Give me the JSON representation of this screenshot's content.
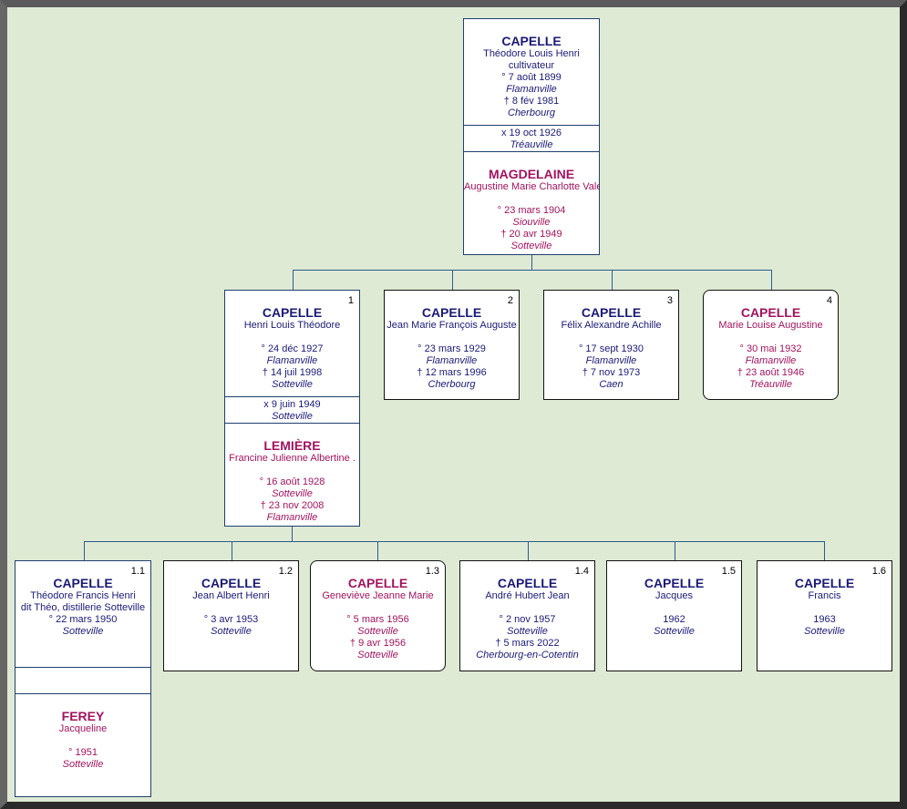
{
  "colors": {
    "male": "#1a1a78",
    "female": "#a3135e",
    "background": "#dfead5"
  },
  "root": {
    "person": {
      "sex": "m",
      "surname": "CAPELLE",
      "lines": [
        {
          "t": "Théodore Louis Henri"
        },
        {
          "t": "cultivateur"
        },
        {
          "t": "° 7 août 1899"
        },
        {
          "t": "Flamanville",
          "i": true
        },
        {
          "t": "† 8 fév 1981"
        },
        {
          "t": "Cherbourg",
          "i": true
        }
      ]
    },
    "marriage": [
      {
        "t": "x 19 oct 1926"
      },
      {
        "t": "Tréauville",
        "i": true
      }
    ],
    "spouse": {
      "sex": "f",
      "surname": "MAGDELAINE",
      "lines": [
        {
          "t": "Augustine Marie Charlotte Valentine"
        },
        {
          "t": ""
        },
        {
          "t": "° 23 mars 1904"
        },
        {
          "t": "Siouville",
          "i": true
        },
        {
          "t": "† 20 avr 1949"
        },
        {
          "t": "Sotteville",
          "i": true
        }
      ]
    }
  },
  "children": [
    {
      "num": "1",
      "person": {
        "sex": "m",
        "surname": "CAPELLE",
        "lines": [
          {
            "t": "Henri Louis Théodore"
          },
          {
            "t": ""
          },
          {
            "t": "° 24 déc 1927"
          },
          {
            "t": "Flamanville",
            "i": true
          },
          {
            "t": "† 14 juil 1998"
          },
          {
            "t": "Sotteville",
            "i": true
          }
        ]
      },
      "marriage": [
        {
          "t": "x 9 juin 1949"
        },
        {
          "t": "Sotteville",
          "i": true
        }
      ],
      "spouse": {
        "sex": "f",
        "surname": "LEMIÈRE",
        "lines": [
          {
            "t": "Francine Julienne Albertine ."
          },
          {
            "t": ""
          },
          {
            "t": "° 16 août 1928"
          },
          {
            "t": "Sotteville",
            "i": true
          },
          {
            "t": "† 23 nov 2008"
          },
          {
            "t": "Flamanville",
            "i": true
          }
        ]
      }
    },
    {
      "num": "2",
      "person": {
        "sex": "m",
        "surname": "CAPELLE",
        "lines": [
          {
            "t": "Jean Marie François Auguste"
          },
          {
            "t": ""
          },
          {
            "t": "° 23 mars 1929"
          },
          {
            "t": "Flamanville",
            "i": true
          },
          {
            "t": "† 12 mars 1996"
          },
          {
            "t": "Cherbourg",
            "i": true
          }
        ]
      }
    },
    {
      "num": "3",
      "person": {
        "sex": "m",
        "surname": "CAPELLE",
        "lines": [
          {
            "t": "Félix Alexandre Achille"
          },
          {
            "t": ""
          },
          {
            "t": "° 17 sept 1930"
          },
          {
            "t": "Flamanville",
            "i": true
          },
          {
            "t": "† 7 nov 1973"
          },
          {
            "t": "Caen",
            "i": true
          }
        ]
      }
    },
    {
      "num": "4",
      "person": {
        "sex": "f",
        "surname": "CAPELLE",
        "lines": [
          {
            "t": "Marie Louise Augustine"
          },
          {
            "t": ""
          },
          {
            "t": "° 30 mai 1932"
          },
          {
            "t": "Flamanville",
            "i": true
          },
          {
            "t": "† 23 août 1946"
          },
          {
            "t": "Tréauville",
            "i": true
          }
        ]
      }
    }
  ],
  "grandchildren": [
    {
      "num": "1.1",
      "person": {
        "sex": "m",
        "surname": "CAPELLE",
        "lines": [
          {
            "t": "Théodore Francis Henri"
          },
          {
            "t": "dit Théo, distillerie Sotteville"
          },
          {
            "t": "° 22 mars 1950"
          },
          {
            "t": "Sotteville",
            "i": true
          }
        ]
      },
      "marriage": [],
      "spouse": {
        "sex": "f",
        "surname": "FEREY",
        "lines": [
          {
            "t": "Jacqueline"
          },
          {
            "t": ""
          },
          {
            "t": "° 1951"
          },
          {
            "t": "Sotteville",
            "i": true
          }
        ]
      }
    },
    {
      "num": "1.2",
      "person": {
        "sex": "m",
        "surname": "CAPELLE",
        "lines": [
          {
            "t": "Jean Albert Henri"
          },
          {
            "t": ""
          },
          {
            "t": "° 3 avr 1953"
          },
          {
            "t": "Sotteville",
            "i": true
          }
        ]
      }
    },
    {
      "num": "1.3",
      "person": {
        "sex": "f",
        "surname": "CAPELLE",
        "lines": [
          {
            "t": "Geneviève Jeanne Marie"
          },
          {
            "t": ""
          },
          {
            "t": "° 5 mars 1956"
          },
          {
            "t": "Sotteville",
            "i": true
          },
          {
            "t": "† 9 avr 1956"
          },
          {
            "t": "Sotteville",
            "i": true
          }
        ]
      }
    },
    {
      "num": "1.4",
      "person": {
        "sex": "m",
        "surname": "CAPELLE",
        "lines": [
          {
            "t": "André Hubert Jean"
          },
          {
            "t": ""
          },
          {
            "t": "° 2 nov 1957"
          },
          {
            "t": "Sotteville",
            "i": true
          },
          {
            "t": "† 5 mars 2022"
          },
          {
            "t": "Cherbourg-en-Cotentin",
            "i": true
          }
        ]
      }
    },
    {
      "num": "1.5",
      "person": {
        "sex": "m",
        "surname": "CAPELLE",
        "lines": [
          {
            "t": "Jacques"
          },
          {
            "t": ""
          },
          {
            "t": "1962"
          },
          {
            "t": "Sotteville",
            "i": true
          }
        ]
      }
    },
    {
      "num": "1.6",
      "person": {
        "sex": "m",
        "surname": "CAPELLE",
        "lines": [
          {
            "t": "Francis"
          },
          {
            "t": ""
          },
          {
            "t": "1963"
          },
          {
            "t": "Sotteville",
            "i": true
          }
        ]
      }
    }
  ]
}
